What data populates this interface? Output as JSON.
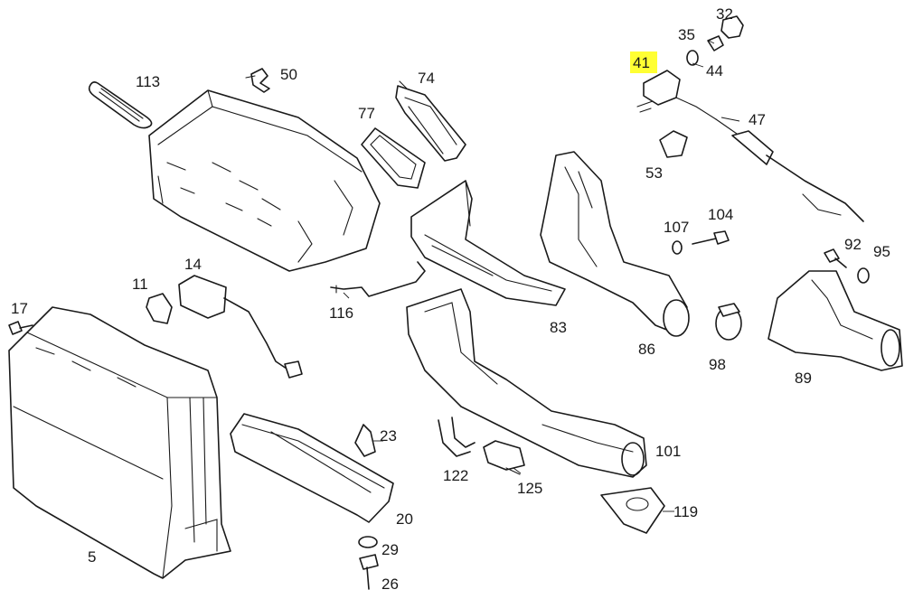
{
  "diagram": {
    "highlight_color": "#ffff33",
    "line_color": "#1a1a1a",
    "highlighted_part": "41",
    "callouts": [
      {
        "id": "32",
        "label": "32"
      },
      {
        "id": "35",
        "label": "35"
      },
      {
        "id": "41",
        "label": "41",
        "highlighted": true
      },
      {
        "id": "44",
        "label": "44"
      },
      {
        "id": "113",
        "label": "113"
      },
      {
        "id": "50",
        "label": "50"
      },
      {
        "id": "74",
        "label": "74"
      },
      {
        "id": "77",
        "label": "77"
      },
      {
        "id": "47",
        "label": "47"
      },
      {
        "id": "53",
        "label": "53"
      },
      {
        "id": "107",
        "label": "107"
      },
      {
        "id": "104",
        "label": "104"
      },
      {
        "id": "92",
        "label": "92"
      },
      {
        "id": "95",
        "label": "95"
      },
      {
        "id": "14",
        "label": "14"
      },
      {
        "id": "11",
        "label": "11"
      },
      {
        "id": "17",
        "label": "17"
      },
      {
        "id": "116",
        "label": "116"
      },
      {
        "id": "83",
        "label": "83"
      },
      {
        "id": "86",
        "label": "86"
      },
      {
        "id": "98",
        "label": "98"
      },
      {
        "id": "89",
        "label": "89"
      },
      {
        "id": "23",
        "label": "23"
      },
      {
        "id": "101",
        "label": "101"
      },
      {
        "id": "122",
        "label": "122"
      },
      {
        "id": "125",
        "label": "125"
      },
      {
        "id": "119",
        "label": "119"
      },
      {
        "id": "20",
        "label": "20"
      },
      {
        "id": "29",
        "label": "29"
      },
      {
        "id": "26",
        "label": "26"
      },
      {
        "id": "5",
        "label": "5"
      }
    ]
  }
}
